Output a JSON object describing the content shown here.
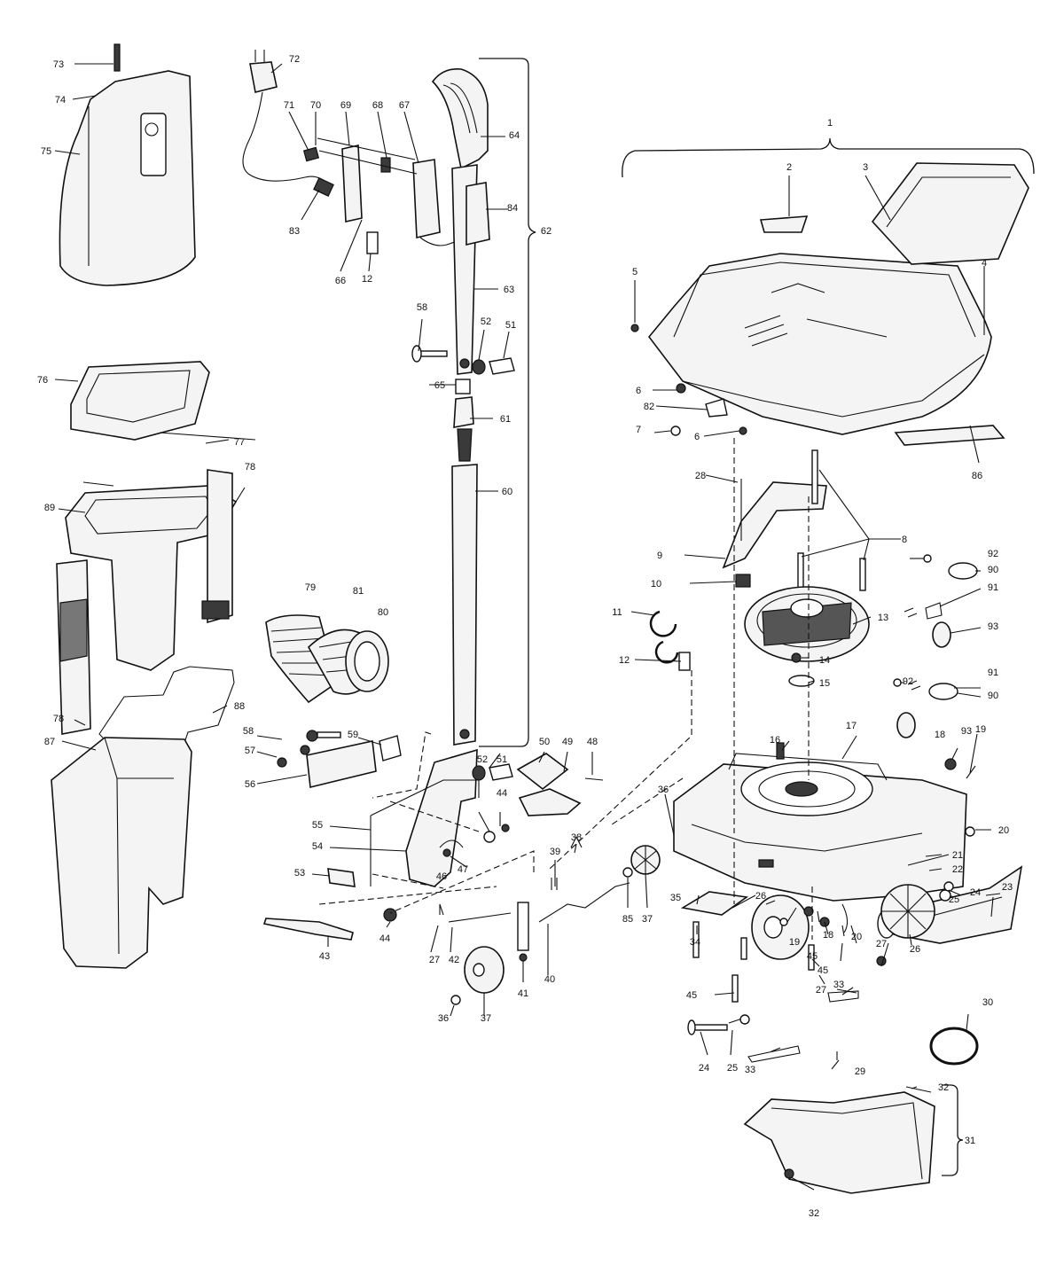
{
  "callouts": [
    {
      "id": "c1",
      "text": "1"
    },
    {
      "id": "c2",
      "text": "2"
    },
    {
      "id": "c3",
      "text": "3"
    },
    {
      "id": "c4",
      "text": "4"
    },
    {
      "id": "c5",
      "text": "5"
    },
    {
      "id": "c6a",
      "text": "6"
    },
    {
      "id": "c6b",
      "text": "6"
    },
    {
      "id": "c7",
      "text": "7"
    },
    {
      "id": "c8",
      "text": "8"
    },
    {
      "id": "c9",
      "text": "9"
    },
    {
      "id": "c10",
      "text": "10"
    },
    {
      "id": "c11",
      "text": "11"
    },
    {
      "id": "c12a",
      "text": "12"
    },
    {
      "id": "c12b",
      "text": "12"
    },
    {
      "id": "c13",
      "text": "13"
    },
    {
      "id": "c14",
      "text": "14"
    },
    {
      "id": "c15",
      "text": "15"
    },
    {
      "id": "c16",
      "text": "16"
    },
    {
      "id": "c17",
      "text": "17"
    },
    {
      "id": "c18a",
      "text": "18"
    },
    {
      "id": "c18b",
      "text": "18"
    },
    {
      "id": "c19a",
      "text": "19"
    },
    {
      "id": "c19b",
      "text": "19"
    },
    {
      "id": "c20a",
      "text": "20"
    },
    {
      "id": "c20b",
      "text": "20"
    },
    {
      "id": "c21",
      "text": "21"
    },
    {
      "id": "c22",
      "text": "22"
    },
    {
      "id": "c23",
      "text": "23"
    },
    {
      "id": "c24a",
      "text": "24"
    },
    {
      "id": "c24b",
      "text": "24"
    },
    {
      "id": "c25a",
      "text": "25"
    },
    {
      "id": "c25b",
      "text": "25"
    },
    {
      "id": "c26a",
      "text": "26"
    },
    {
      "id": "c26b",
      "text": "26"
    },
    {
      "id": "c27a",
      "text": "27"
    },
    {
      "id": "c27b",
      "text": "27"
    },
    {
      "id": "c27c",
      "text": "27"
    },
    {
      "id": "c28",
      "text": "28"
    },
    {
      "id": "c29",
      "text": "29"
    },
    {
      "id": "c30",
      "text": "30"
    },
    {
      "id": "c31",
      "text": "31"
    },
    {
      "id": "c32a",
      "text": "32"
    },
    {
      "id": "c32b",
      "text": "32"
    },
    {
      "id": "c33a",
      "text": "33"
    },
    {
      "id": "c33b",
      "text": "33"
    },
    {
      "id": "c34",
      "text": "34"
    },
    {
      "id": "c35",
      "text": "35"
    },
    {
      "id": "c36a",
      "text": "36"
    },
    {
      "id": "c36b",
      "text": "36"
    },
    {
      "id": "c37a",
      "text": "37"
    },
    {
      "id": "c37b",
      "text": "37"
    },
    {
      "id": "c38",
      "text": "38"
    },
    {
      "id": "c39",
      "text": "39"
    },
    {
      "id": "c40",
      "text": "40"
    },
    {
      "id": "c41",
      "text": "41"
    },
    {
      "id": "c42",
      "text": "42"
    },
    {
      "id": "c43",
      "text": "43"
    },
    {
      "id": "c44a",
      "text": "44"
    },
    {
      "id": "c44b",
      "text": "44"
    },
    {
      "id": "c45a",
      "text": "45"
    },
    {
      "id": "c45b",
      "text": "45"
    },
    {
      "id": "c45c",
      "text": "45"
    },
    {
      "id": "c46",
      "text": "46"
    },
    {
      "id": "c47",
      "text": "47"
    },
    {
      "id": "c48",
      "text": "48"
    },
    {
      "id": "c49",
      "text": "49"
    },
    {
      "id": "c50",
      "text": "50"
    },
    {
      "id": "c51a",
      "text": "51"
    },
    {
      "id": "c51b",
      "text": "51"
    },
    {
      "id": "c52a",
      "text": "52"
    },
    {
      "id": "c52b",
      "text": "52"
    },
    {
      "id": "c53",
      "text": "53"
    },
    {
      "id": "c54",
      "text": "54"
    },
    {
      "id": "c55",
      "text": "55"
    },
    {
      "id": "c56",
      "text": "56"
    },
    {
      "id": "c57",
      "text": "57"
    },
    {
      "id": "c58a",
      "text": "58"
    },
    {
      "id": "c58b",
      "text": "58"
    },
    {
      "id": "c59",
      "text": "59"
    },
    {
      "id": "c60",
      "text": "60"
    },
    {
      "id": "c61",
      "text": "61"
    },
    {
      "id": "c62",
      "text": "62"
    },
    {
      "id": "c63",
      "text": "63"
    },
    {
      "id": "c64",
      "text": "64"
    },
    {
      "id": "c65",
      "text": "65"
    },
    {
      "id": "c66",
      "text": "66"
    },
    {
      "id": "c67",
      "text": "67"
    },
    {
      "id": "c68",
      "text": "68"
    },
    {
      "id": "c69",
      "text": "69"
    },
    {
      "id": "c70",
      "text": "70"
    },
    {
      "id": "c71",
      "text": "71"
    },
    {
      "id": "c72",
      "text": "72"
    },
    {
      "id": "c73",
      "text": "73"
    },
    {
      "id": "c74",
      "text": "74"
    },
    {
      "id": "c75",
      "text": "75"
    },
    {
      "id": "c76",
      "text": "76"
    },
    {
      "id": "c77",
      "text": "77"
    },
    {
      "id": "c78a",
      "text": "78"
    },
    {
      "id": "c78b",
      "text": "78"
    },
    {
      "id": "c79",
      "text": "79"
    },
    {
      "id": "c80",
      "text": "80"
    },
    {
      "id": "c81",
      "text": "81"
    },
    {
      "id": "c82",
      "text": "82"
    },
    {
      "id": "c83",
      "text": "83"
    },
    {
      "id": "c84",
      "text": "84"
    },
    {
      "id": "c85",
      "text": "85"
    },
    {
      "id": "c86",
      "text": "86"
    },
    {
      "id": "c87",
      "text": "87"
    },
    {
      "id": "c88",
      "text": "88"
    },
    {
      "id": "c89",
      "text": "89"
    },
    {
      "id": "c90a",
      "text": "90"
    },
    {
      "id": "c90b",
      "text": "90"
    },
    {
      "id": "c91a",
      "text": "91"
    },
    {
      "id": "c91b",
      "text": "91"
    },
    {
      "id": "c92a",
      "text": "92"
    },
    {
      "id": "c92b",
      "text": "92"
    },
    {
      "id": "c93a",
      "text": "93"
    },
    {
      "id": "c93b",
      "text": "93"
    }
  ]
}
